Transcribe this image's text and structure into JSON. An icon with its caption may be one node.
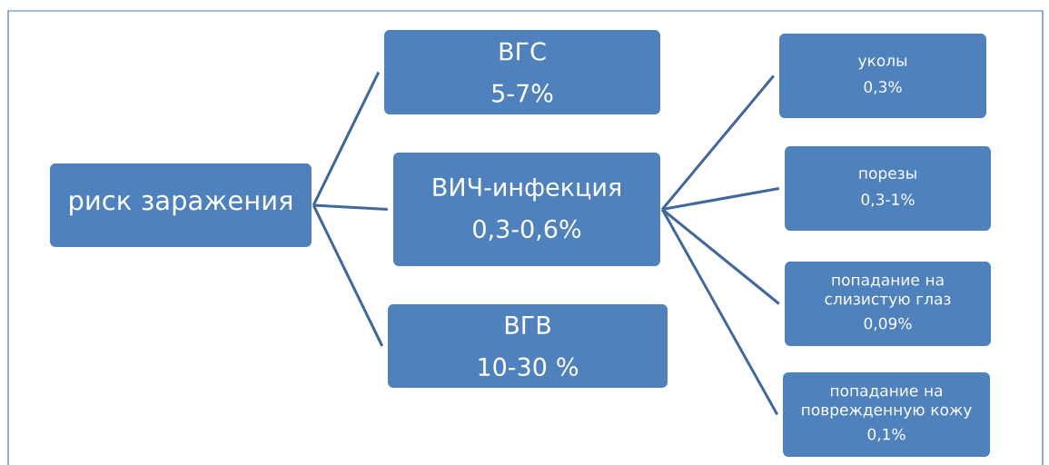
{
  "diagram": {
    "nodes": [
      {
        "text": [
          "риск заражения"
        ]
      },
      {
        "text": [
          "ВГС",
          "5-7%"
        ]
      },
      {
        "text": [
          "ВИЧ-инфекция",
          "0,3-0,6%"
        ]
      },
      {
        "text": [
          "ВГВ",
          "10-30 %"
        ]
      },
      {
        "text": [
          "уколы",
          "0,3%"
        ]
      },
      {
        "text": [
          "порезы",
          "0,3-1%"
        ]
      },
      {
        "text": [
          "попадание на слизистую глаз",
          "0,09%"
        ]
      },
      {
        "text": [
          "попадание на поврежденную кожу",
          "0,1%"
        ]
      }
    ],
    "edges": [
      {
        "from": 0,
        "to": 1,
        "arrow": "none"
      },
      {
        "from": 0,
        "to": 2,
        "arrow": "none"
      },
      {
        "from": 0,
        "to": 3,
        "arrow": "none"
      },
      {
        "from": 2,
        "to": 4,
        "arrow": "none"
      },
      {
        "from": 2,
        "to": 5,
        "arrow": "none"
      },
      {
        "from": 2,
        "to": 6,
        "arrow": "none"
      },
      {
        "from": 2,
        "to": 7,
        "arrow": "none"
      }
    ]
  }
}
